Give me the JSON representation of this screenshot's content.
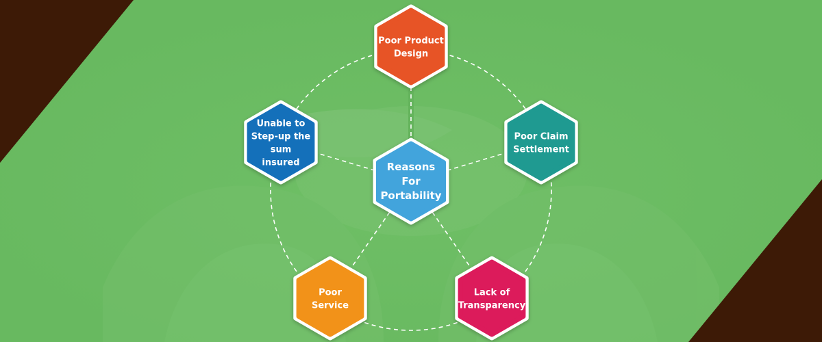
{
  "colors": {
    "background": "#6bbb63",
    "corner": "#3d1a06",
    "connector": "#ffffff"
  },
  "diagram": {
    "center": {
      "id": "reasons-for-portability",
      "lines": [
        "Reasons",
        "For",
        "Portability"
      ],
      "color": "#42a4dc"
    },
    "nodes": [
      {
        "id": "poor-product-design",
        "lines": [
          "Poor Product",
          "Design"
        ],
        "color": "#e75426"
      },
      {
        "id": "poor-claim-settlement",
        "lines": [
          "Poor Claim",
          "Settlement"
        ],
        "color": "#1f9a91"
      },
      {
        "id": "lack-of-transparency",
        "lines": [
          "Lack of",
          "Transparency"
        ],
        "color": "#dc1b5b"
      },
      {
        "id": "poor-service",
        "lines": [
          "Poor",
          "Service"
        ],
        "color": "#f29219"
      },
      {
        "id": "unable-to-step-up",
        "lines": [
          "Unable to",
          "Step-up the",
          "sum",
          "insured"
        ],
        "color": "#1470ba"
      }
    ]
  }
}
